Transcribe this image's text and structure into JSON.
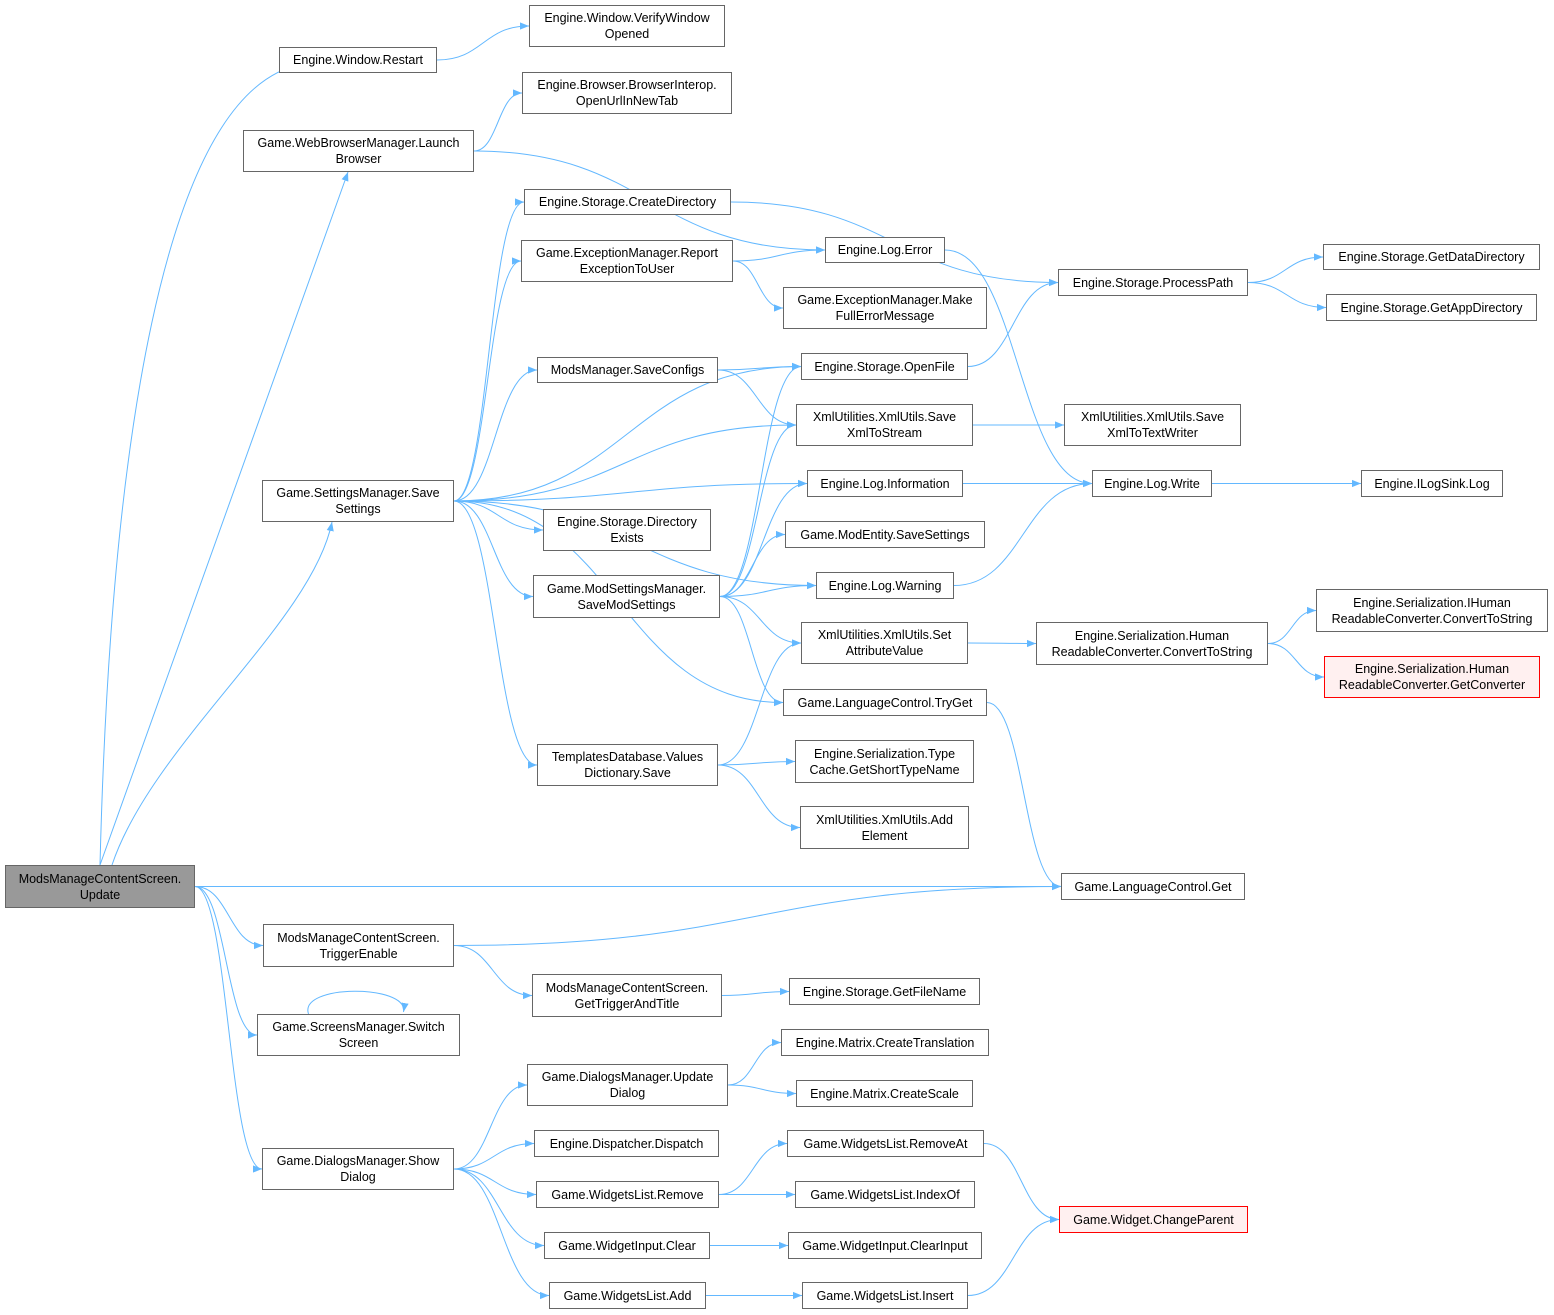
{
  "colors": {
    "edge": "#63b8ff",
    "root_fill": "#999999",
    "missing_fill": "#fff0f0",
    "missing_border": "#ff0000",
    "node_border": "#666666"
  },
  "nodes": [
    {
      "id": "n0",
      "style": "root",
      "lines": [
        "ModsManageContentScreen.",
        "Update"
      ]
    },
    {
      "id": "n1",
      "style": "normal",
      "lines": [
        "Engine.Window.Restart"
      ]
    },
    {
      "id": "n2",
      "style": "normal",
      "lines": [
        "Engine.Window.VerifyWindow",
        "Opened"
      ]
    },
    {
      "id": "n3",
      "style": "normal",
      "lines": [
        "Engine.Browser.BrowserInterop.",
        "OpenUrlInNewTab"
      ]
    },
    {
      "id": "n4",
      "style": "normal",
      "lines": [
        "Game.WebBrowserManager.Launch",
        "Browser"
      ]
    },
    {
      "id": "n5",
      "style": "normal",
      "lines": [
        "Engine.Storage.CreateDirectory"
      ]
    },
    {
      "id": "n6",
      "style": "normal",
      "lines": [
        "Game.ExceptionManager.Report",
        "ExceptionToUser"
      ]
    },
    {
      "id": "n7",
      "style": "normal",
      "lines": [
        "Engine.Log.Error"
      ]
    },
    {
      "id": "n8",
      "style": "normal",
      "lines": [
        "Game.ExceptionManager.Make",
        "FullErrorMessage"
      ]
    },
    {
      "id": "n9",
      "style": "normal",
      "lines": [
        "Engine.Storage.ProcessPath"
      ]
    },
    {
      "id": "n10",
      "style": "normal",
      "lines": [
        "Engine.Storage.GetDataDirectory"
      ]
    },
    {
      "id": "n11",
      "style": "normal",
      "lines": [
        "Engine.Storage.GetAppDirectory"
      ]
    },
    {
      "id": "n12",
      "style": "normal",
      "lines": [
        "ModsManager.SaveConfigs"
      ]
    },
    {
      "id": "n13",
      "style": "normal",
      "lines": [
        "Engine.Storage.OpenFile"
      ]
    },
    {
      "id": "n14",
      "style": "normal",
      "lines": [
        "XmlUtilities.XmlUtils.Save",
        "XmlToStream"
      ]
    },
    {
      "id": "n15",
      "style": "normal",
      "lines": [
        "XmlUtilities.XmlUtils.Save",
        "XmlToTextWriter"
      ]
    },
    {
      "id": "n16",
      "style": "normal",
      "lines": [
        "Game.SettingsManager.Save",
        "Settings"
      ]
    },
    {
      "id": "n17",
      "style": "normal",
      "lines": [
        "Engine.Log.Information"
      ]
    },
    {
      "id": "n18",
      "style": "normal",
      "lines": [
        "Engine.Log.Write"
      ]
    },
    {
      "id": "n19",
      "style": "normal",
      "lines": [
        "Engine.ILogSink.Log"
      ]
    },
    {
      "id": "n20",
      "style": "normal",
      "lines": [
        "Engine.Storage.Directory",
        "Exists"
      ]
    },
    {
      "id": "n21",
      "style": "normal",
      "lines": [
        "Game.ModEntity.SaveSettings"
      ]
    },
    {
      "id": "n22",
      "style": "normal",
      "lines": [
        "Game.ModSettingsManager.",
        "SaveModSettings"
      ]
    },
    {
      "id": "n23",
      "style": "normal",
      "lines": [
        "Engine.Log.Warning"
      ]
    },
    {
      "id": "n24",
      "style": "normal",
      "lines": [
        "XmlUtilities.XmlUtils.Set",
        "AttributeValue"
      ]
    },
    {
      "id": "n25",
      "style": "normal",
      "lines": [
        "Engine.Serialization.Human",
        "ReadableConverter.ConvertToString"
      ]
    },
    {
      "id": "n26",
      "style": "normal",
      "lines": [
        "Engine.Serialization.IHuman",
        "ReadableConverter.ConvertToString"
      ]
    },
    {
      "id": "n27",
      "style": "missing",
      "lines": [
        "Engine.Serialization.Human",
        "ReadableConverter.GetConverter"
      ]
    },
    {
      "id": "n28",
      "style": "normal",
      "lines": [
        "Game.LanguageControl.TryGet"
      ]
    },
    {
      "id": "n29",
      "style": "normal",
      "lines": [
        "TemplatesDatabase.Values",
        "Dictionary.Save"
      ]
    },
    {
      "id": "n30",
      "style": "normal",
      "lines": [
        "Engine.Serialization.Type",
        "Cache.GetShortTypeName"
      ]
    },
    {
      "id": "n31",
      "style": "normal",
      "lines": [
        "XmlUtilities.XmlUtils.Add",
        "Element"
      ]
    },
    {
      "id": "n32",
      "style": "normal",
      "lines": [
        "Game.LanguageControl.Get"
      ]
    },
    {
      "id": "n33",
      "style": "normal",
      "lines": [
        "ModsManageContentScreen.",
        "TriggerEnable"
      ]
    },
    {
      "id": "n34",
      "style": "normal",
      "lines": [
        "ModsManageContentScreen.",
        "GetTriggerAndTitle"
      ]
    },
    {
      "id": "n35",
      "style": "normal",
      "lines": [
        "Engine.Storage.GetFileName"
      ]
    },
    {
      "id": "n36",
      "style": "normal",
      "lines": [
        "Game.ScreensManager.Switch",
        "Screen"
      ]
    },
    {
      "id": "n37",
      "style": "normal",
      "lines": [
        "Engine.Matrix.CreateTranslation"
      ]
    },
    {
      "id": "n38",
      "style": "normal",
      "lines": [
        "Game.DialogsManager.Update",
        "Dialog"
      ]
    },
    {
      "id": "n39",
      "style": "normal",
      "lines": [
        "Engine.Matrix.CreateScale"
      ]
    },
    {
      "id": "n40",
      "style": "normal",
      "lines": [
        "Engine.Dispatcher.Dispatch"
      ]
    },
    {
      "id": "n41",
      "style": "normal",
      "lines": [
        "Game.WidgetsList.RemoveAt"
      ]
    },
    {
      "id": "n42",
      "style": "normal",
      "lines": [
        "Game.DialogsManager.Show",
        "Dialog"
      ]
    },
    {
      "id": "n43",
      "style": "normal",
      "lines": [
        "Game.WidgetsList.Remove"
      ]
    },
    {
      "id": "n44",
      "style": "normal",
      "lines": [
        "Game.WidgetsList.IndexOf"
      ]
    },
    {
      "id": "n45",
      "style": "missing",
      "lines": [
        "Game.Widget.ChangeParent"
      ]
    },
    {
      "id": "n46",
      "style": "normal",
      "lines": [
        "Game.WidgetInput.Clear"
      ]
    },
    {
      "id": "n47",
      "style": "normal",
      "lines": [
        "Game.WidgetInput.ClearInput"
      ]
    },
    {
      "id": "n48",
      "style": "normal",
      "lines": [
        "Game.WidgetsList.Add"
      ]
    },
    {
      "id": "n49",
      "style": "normal",
      "lines": [
        "Game.WidgetsList.Insert"
      ]
    }
  ],
  "edges": [
    [
      "n0",
      "n1"
    ],
    [
      "n0",
      "n4"
    ],
    [
      "n0",
      "n16"
    ],
    [
      "n0",
      "n32"
    ],
    [
      "n0",
      "n33"
    ],
    [
      "n0",
      "n36"
    ],
    [
      "n0",
      "n42"
    ],
    [
      "n1",
      "n2"
    ],
    [
      "n4",
      "n3"
    ],
    [
      "n4",
      "n7"
    ],
    [
      "n16",
      "n5"
    ],
    [
      "n16",
      "n6"
    ],
    [
      "n16",
      "n12"
    ],
    [
      "n16",
      "n13"
    ],
    [
      "n16",
      "n14"
    ],
    [
      "n16",
      "n17"
    ],
    [
      "n16",
      "n20"
    ],
    [
      "n16",
      "n22"
    ],
    [
      "n16",
      "n23"
    ],
    [
      "n16",
      "n28"
    ],
    [
      "n16",
      "n29"
    ],
    [
      "n5",
      "n9"
    ],
    [
      "n6",
      "n7"
    ],
    [
      "n6",
      "n8"
    ],
    [
      "n7",
      "n18"
    ],
    [
      "n9",
      "n10"
    ],
    [
      "n9",
      "n11"
    ],
    [
      "n12",
      "n13"
    ],
    [
      "n12",
      "n14"
    ],
    [
      "n13",
      "n9"
    ],
    [
      "n14",
      "n15"
    ],
    [
      "n17",
      "n18"
    ],
    [
      "n18",
      "n19"
    ],
    [
      "n22",
      "n13"
    ],
    [
      "n22",
      "n14"
    ],
    [
      "n22",
      "n17"
    ],
    [
      "n22",
      "n21"
    ],
    [
      "n22",
      "n23"
    ],
    [
      "n22",
      "n24"
    ],
    [
      "n22",
      "n28"
    ],
    [
      "n23",
      "n18"
    ],
    [
      "n24",
      "n25"
    ],
    [
      "n25",
      "n26"
    ],
    [
      "n25",
      "n27"
    ],
    [
      "n28",
      "n32"
    ],
    [
      "n29",
      "n24"
    ],
    [
      "n29",
      "n30"
    ],
    [
      "n29",
      "n31"
    ],
    [
      "n33",
      "n32"
    ],
    [
      "n33",
      "n34"
    ],
    [
      "n34",
      "n35"
    ],
    [
      "n36",
      "n36"
    ],
    [
      "n42",
      "n38"
    ],
    [
      "n42",
      "n40"
    ],
    [
      "n42",
      "n43"
    ],
    [
      "n42",
      "n46"
    ],
    [
      "n42",
      "n48"
    ],
    [
      "n38",
      "n37"
    ],
    [
      "n38",
      "n39"
    ],
    [
      "n43",
      "n41"
    ],
    [
      "n43",
      "n44"
    ],
    [
      "n41",
      "n45"
    ],
    [
      "n46",
      "n47"
    ],
    [
      "n48",
      "n49"
    ],
    [
      "n49",
      "n45"
    ]
  ]
}
